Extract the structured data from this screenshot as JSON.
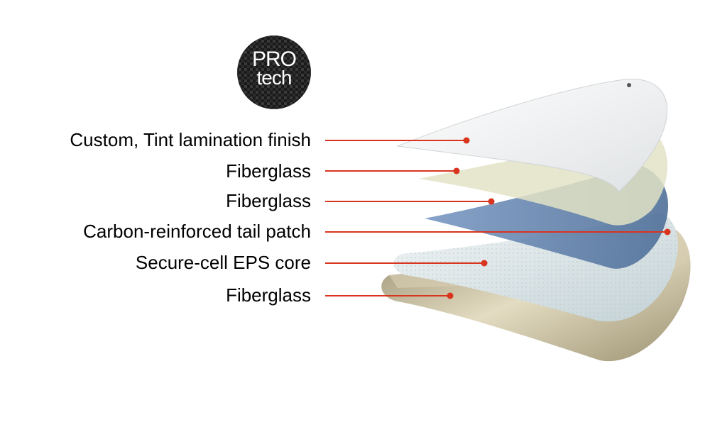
{
  "logo": {
    "line1": "PRO",
    "line2": "tech"
  },
  "layers": [
    {
      "label": "Custom, Tint lamination finish"
    },
    {
      "label": "Fiberglass"
    },
    {
      "label": "Fiberglass"
    },
    {
      "label": "Carbon-reinforced tail patch"
    },
    {
      "label": "Secure-cell EPS core"
    },
    {
      "label": "Fiberglass"
    }
  ],
  "colors": {
    "leader": "#d9341e",
    "text": "#000000",
    "deck": "#eef0f1",
    "fiberglass_tint": "#dfe0c3",
    "carbon_patch": "#6f8db6",
    "foam": "#d8e2e4",
    "bottom": "#c4b898"
  },
  "icons": {
    "logo": "carbon-fiber-badge-icon"
  }
}
